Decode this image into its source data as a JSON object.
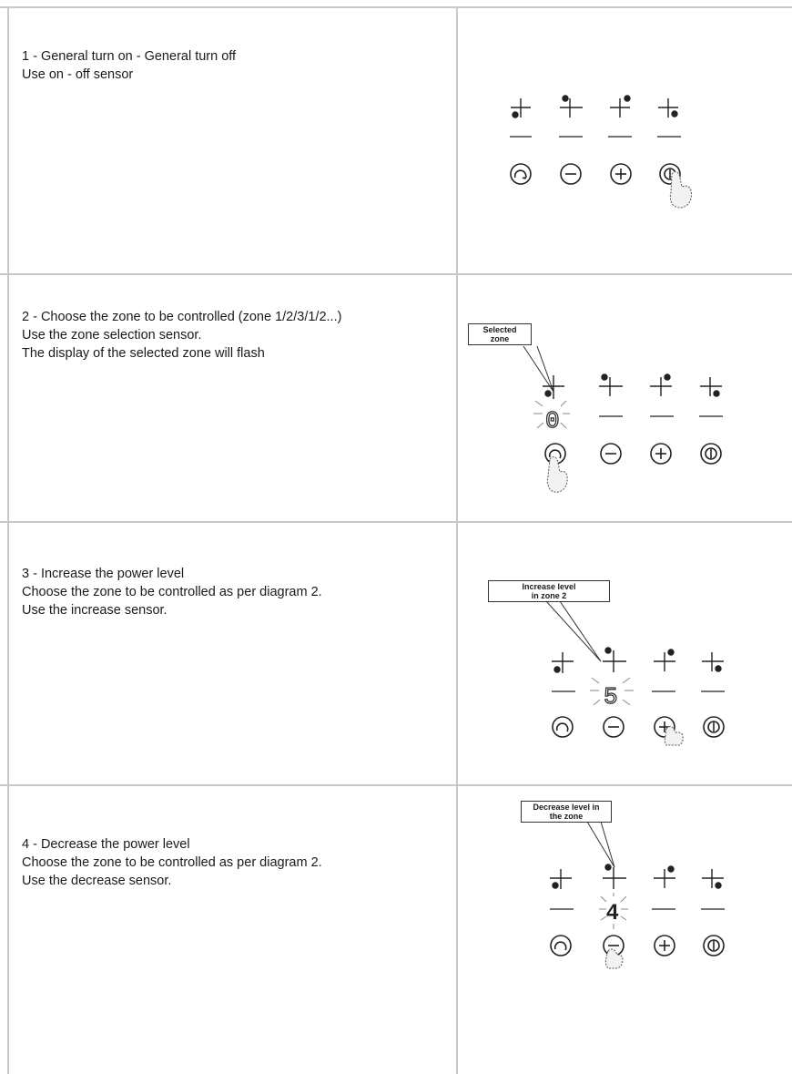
{
  "steps": [
    {
      "lines": [
        "1 - General turn on - General turn off",
        "Use on - off sensor"
      ]
    },
    {
      "lines": [
        "2 - Choose the zone to be controlled (zone 1/2/3/1/2...)",
        "Use the zone selection sensor.",
        "The display of the selected zone will flash"
      ],
      "callout": [
        "Selected",
        "zone"
      ],
      "display_digit": "0"
    },
    {
      "lines": [
        "3 - Increase the power level",
        "Choose the zone to be controlled as per diagram 2.",
        "Use the increase sensor."
      ],
      "callout": [
        "Increase level",
        "in zone 2"
      ],
      "display_digit": "5"
    },
    {
      "lines": [
        "4 - Decrease the power level",
        "Choose the zone to be controlled as per diagram 2.",
        "Use the decrease sensor."
      ],
      "callout": [
        "Decrease level in",
        "the zone"
      ],
      "display_digit": "4"
    }
  ],
  "icons": {
    "zone_indicators": [
      "zone-bottom-left-icon",
      "zone-top-left-icon",
      "zone-top-right-icon",
      "zone-bottom-right-icon"
    ],
    "sensors": [
      "zone-select-sensor-icon",
      "minus-sensor-icon",
      "plus-sensor-icon",
      "power-sensor-icon"
    ],
    "pointer": "finger-press-icon"
  }
}
